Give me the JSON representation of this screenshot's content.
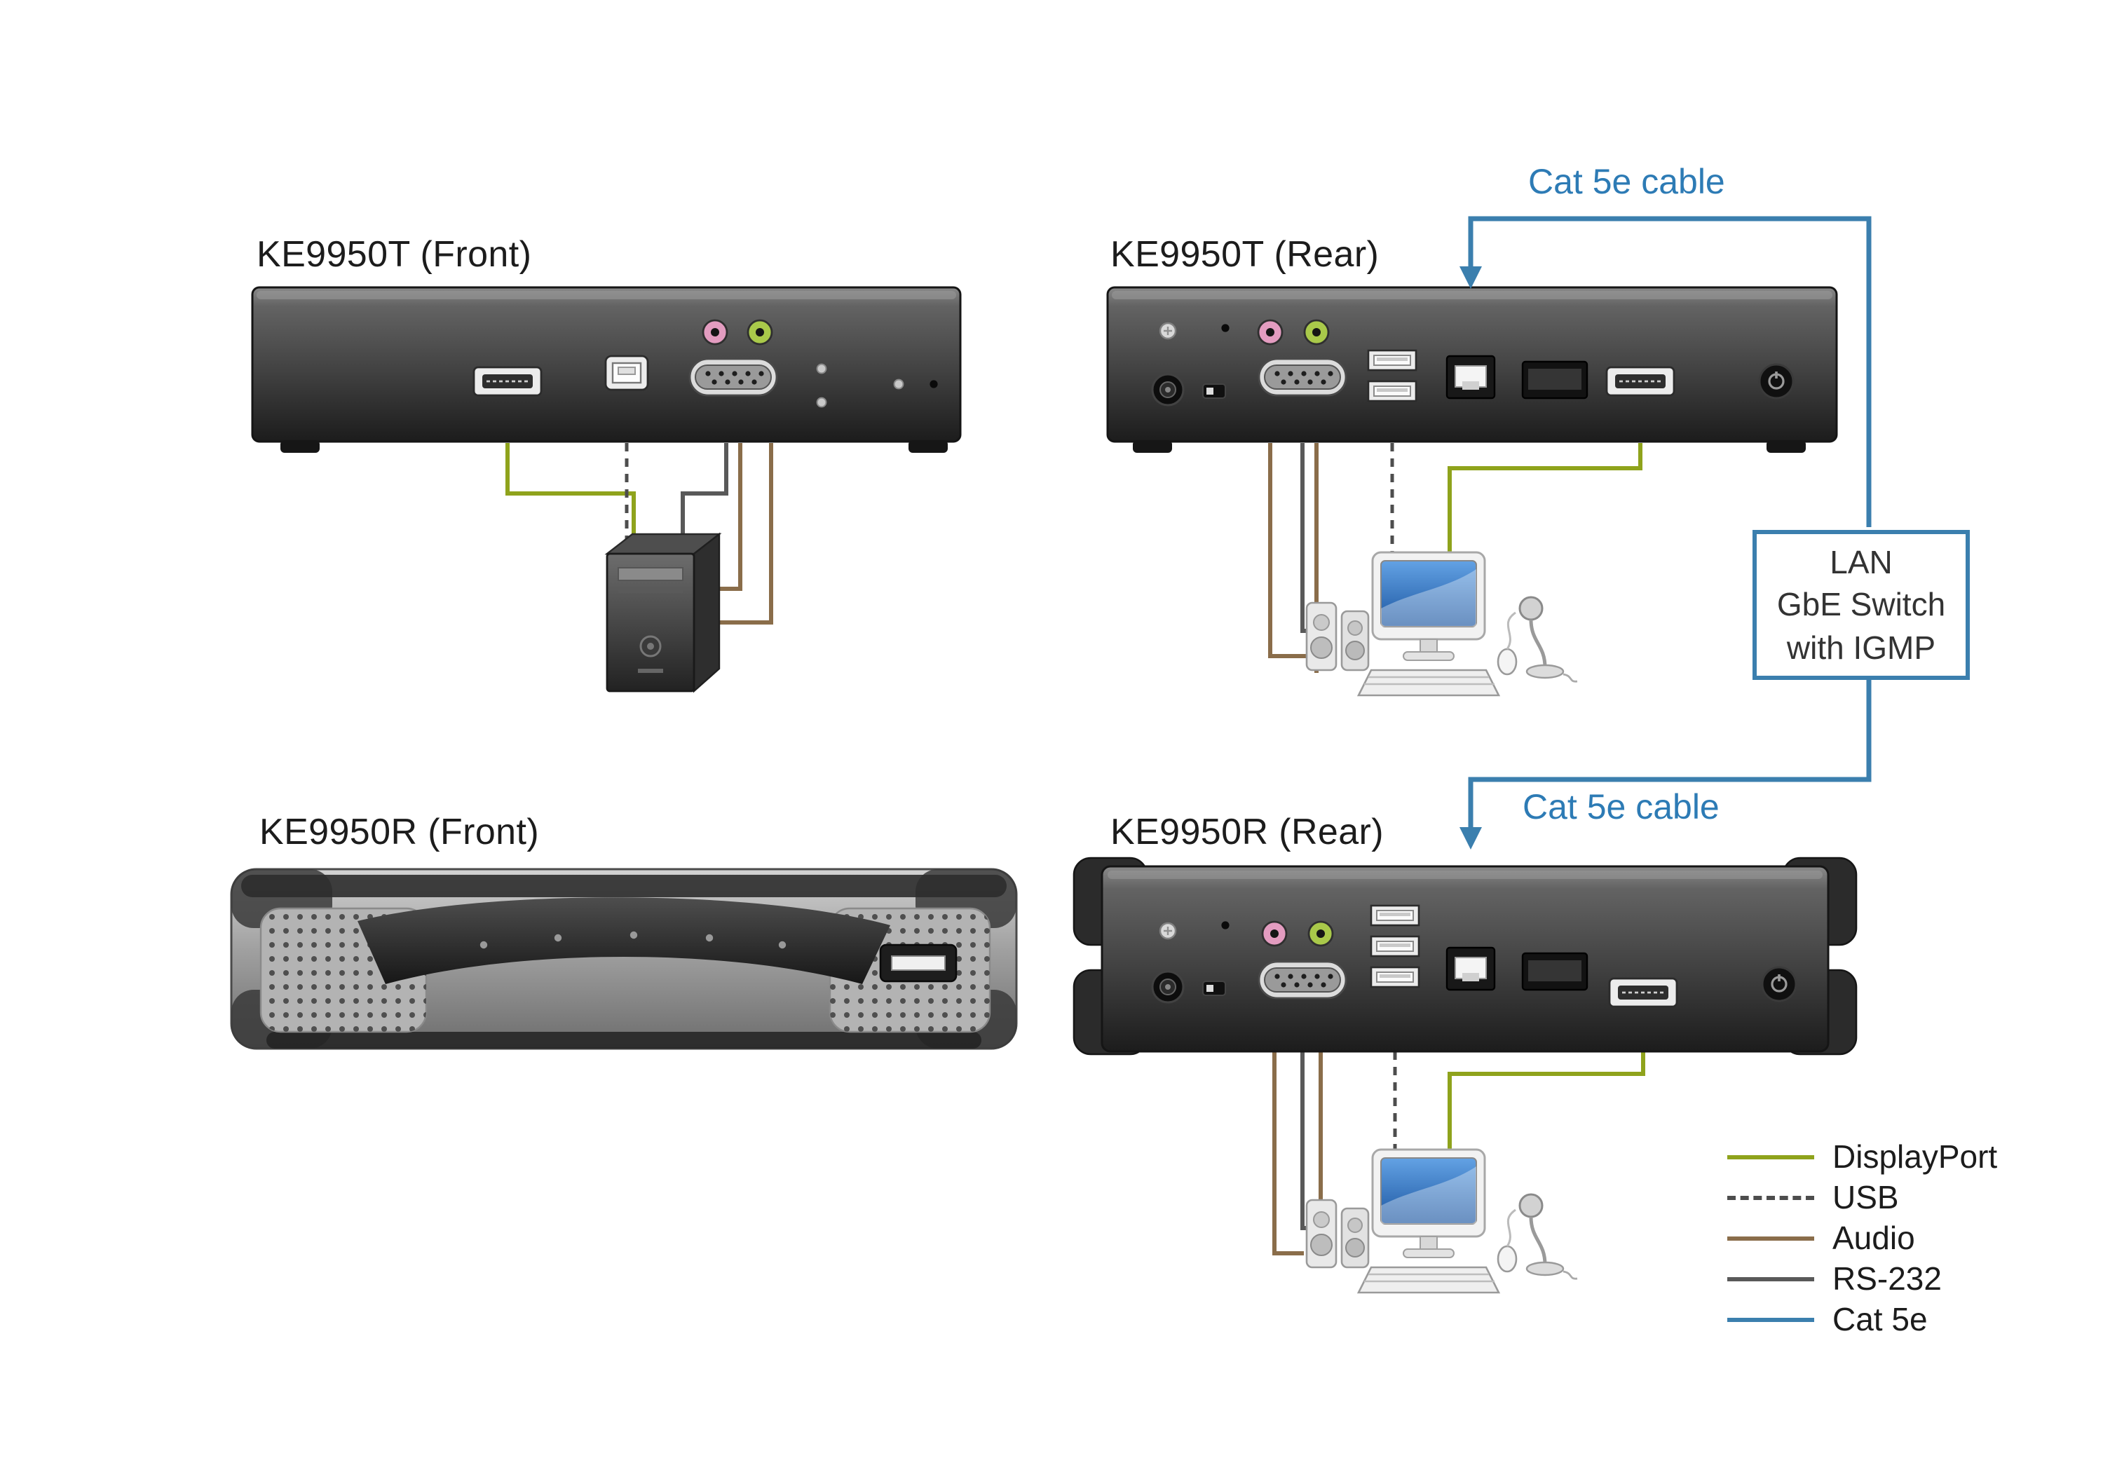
{
  "diagram": {
    "title": "KE9950 DisplayPort KVM over IP extender connection diagram",
    "labels": {
      "ke9950t_front": "KE9950T (Front)",
      "ke9950t_rear": "KE9950T (Rear)",
      "ke9950r_front": "KE9950R (Front)",
      "ke9950r_rear": "KE9950R (Rear)",
      "cat5e_cable_top": "Cat 5e cable",
      "cat5e_cable_bottom": "Cat 5e cable"
    },
    "switch_box": {
      "lines": [
        "LAN",
        "GbE Switch",
        "with IGMP"
      ]
    },
    "legend": {
      "items": [
        {
          "label": "DisplayPort",
          "style": "solid",
          "color_key": "displayport"
        },
        {
          "label": "USB",
          "style": "dashed",
          "color_key": "usb"
        },
        {
          "label": "Audio",
          "style": "solid",
          "color_key": "audio"
        },
        {
          "label": "RS-232",
          "style": "solid",
          "color_key": "rs232"
        },
        {
          "label": "Cat 5e",
          "style": "solid",
          "color_key": "cat5e"
        }
      ]
    },
    "colors": {
      "displayport": "#8fa31c",
      "usb": "#4d4d4d",
      "audio": "#8a6d4a",
      "rs232": "#595959",
      "cat5e": "#3b7fae",
      "label_text": "#1c1c1c",
      "cable_label_text": "#2d7bb5",
      "switch_border": "#3b7fae"
    }
  }
}
